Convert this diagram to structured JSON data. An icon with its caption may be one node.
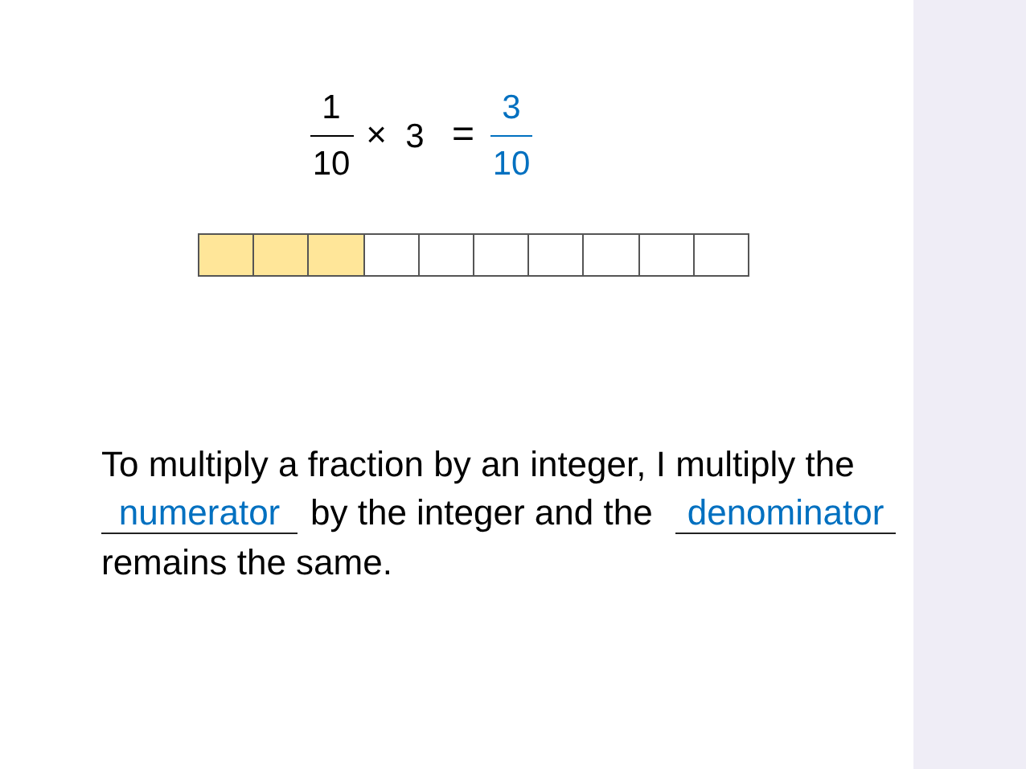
{
  "diagram": {
    "labels": [
      "1",
      "10",
      "×",
      "3",
      "=",
      "3",
      "10",
      "To multiply a fraction by an integer, I multiply the",
      "numerator",
      "by the integer and the",
      "denominator",
      "remains the same."
    ]
  }
}
